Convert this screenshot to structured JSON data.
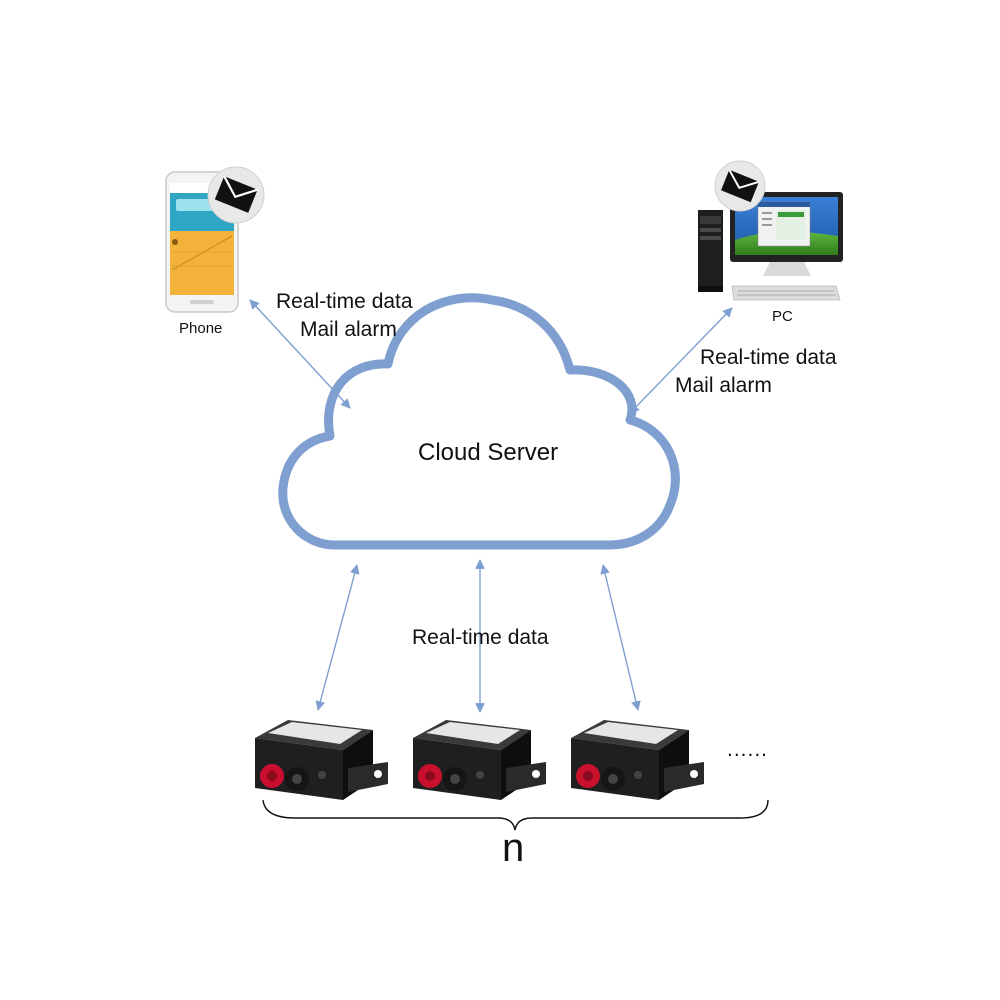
{
  "nodes": {
    "phone": {
      "label": "Phone"
    },
    "pc": {
      "label": "PC"
    },
    "cloud": {
      "label": "Cloud Server"
    }
  },
  "links": {
    "phone_cloud": {
      "line1": "Real-time data",
      "line2": "Mail alarm"
    },
    "pc_cloud": {
      "line1": "Real-time data",
      "line2": "Mail alarm"
    },
    "devices_cloud": {
      "label": "Real-time data"
    }
  },
  "devices": {
    "count": 3,
    "ellipsis": "......",
    "group_label": "n"
  },
  "colors": {
    "cloud_stroke": "#7f9fd0",
    "arrow": "#7f9fd0",
    "phone_screen": "#f3b23a",
    "pc_screen": "#2f78c8",
    "device_body": "#222222",
    "terminal_red": "#c8102e"
  }
}
